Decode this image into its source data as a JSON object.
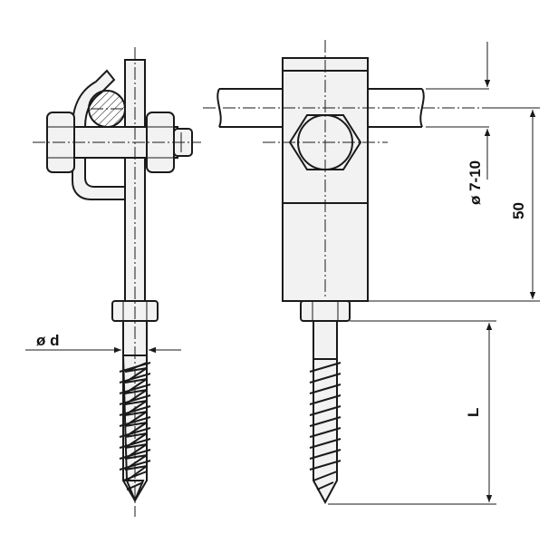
{
  "dimensions": {
    "shank_diameter": "ø d",
    "rod_diameter": "ø 7-10",
    "clamp_height": "50",
    "screw_length": "L"
  },
  "colors": {
    "line": "#1a1a1a",
    "fill": "#f2f2f2",
    "background": "#ffffff"
  }
}
